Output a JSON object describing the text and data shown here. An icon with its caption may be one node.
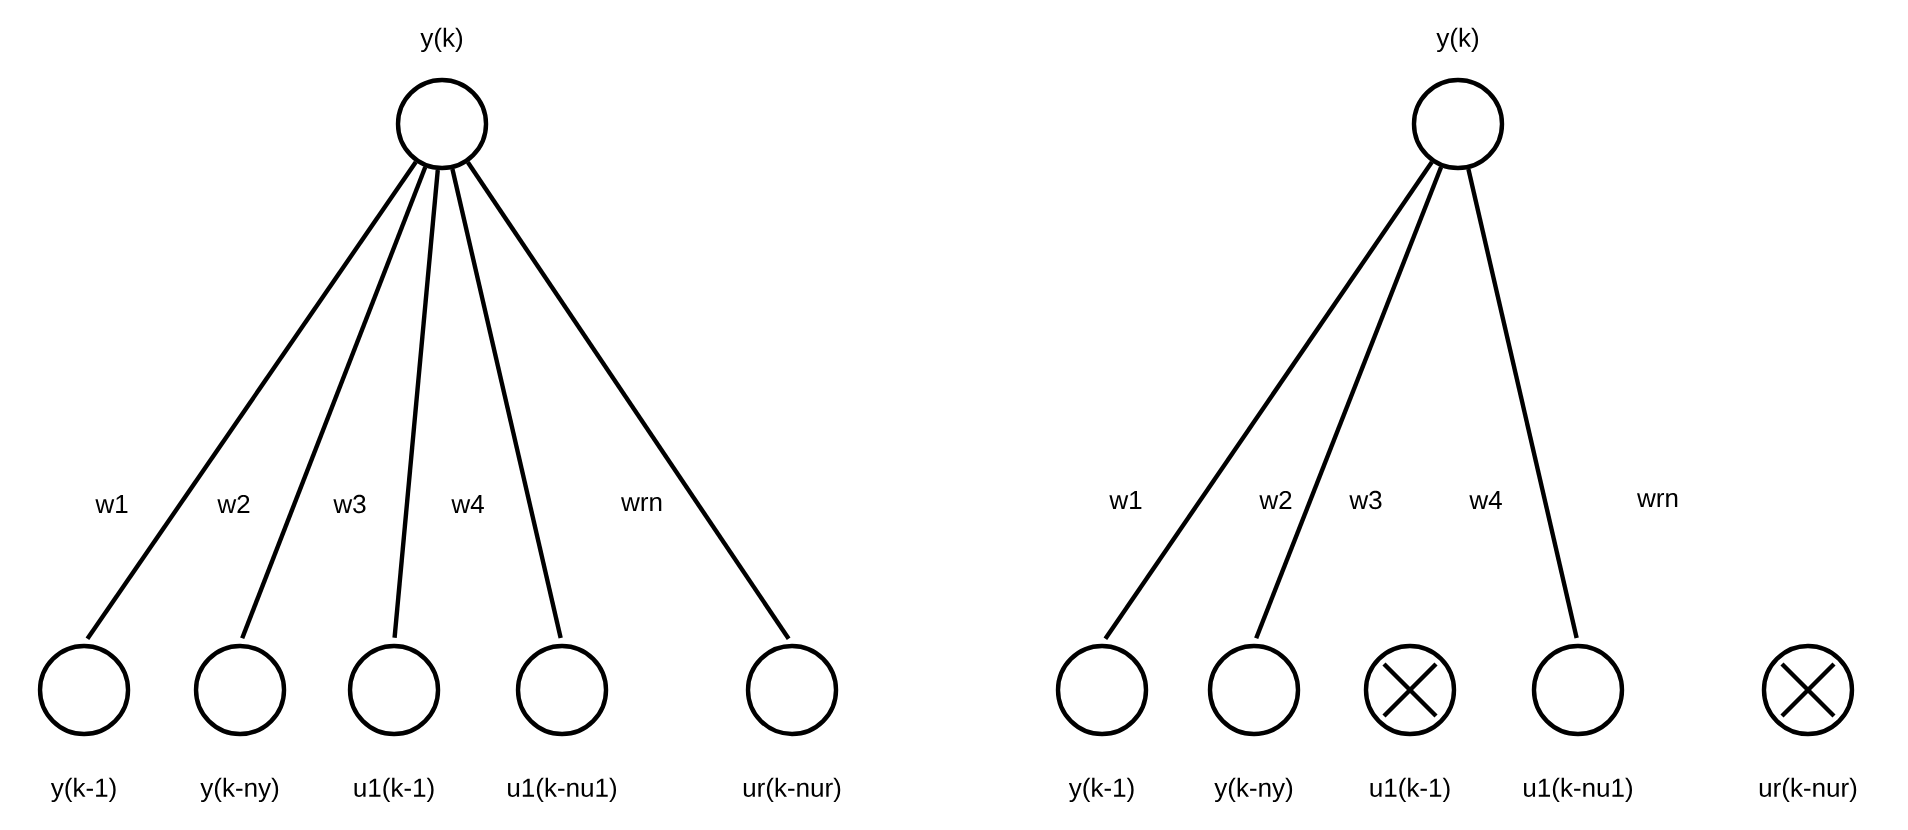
{
  "diagram": {
    "nodes": [
      {
        "text": [
          "y(k)"
        ]
      },
      {
        "text": [
          "y(k-1)"
        ]
      },
      {
        "text": [
          "y(k-ny)"
        ]
      },
      {
        "text": [
          "u1(k-1)"
        ]
      },
      {
        "text": [
          "u1(k-nu1)"
        ]
      },
      {
        "text": [
          "ur(k-nur)"
        ]
      },
      {
        "text": [
          "y(k)"
        ]
      },
      {
        "text": [
          "y(k-1)"
        ]
      },
      {
        "text": [
          "y(k-ny)"
        ]
      },
      {
        "text": [
          "u1(k-1)"
        ]
      },
      {
        "text": [
          "u1(k-nu1)"
        ]
      },
      {
        "text": [
          "ur(k-nur)"
        ]
      }
    ],
    "edges": [
      {
        "from": 0,
        "to": 1,
        "arrow": "none",
        "label": "w1"
      },
      {
        "from": 0,
        "to": 2,
        "arrow": "none",
        "label": "w2"
      },
      {
        "from": 0,
        "to": 3,
        "arrow": "none",
        "label": "w3"
      },
      {
        "from": 0,
        "to": 4,
        "arrow": "none",
        "label": "w4"
      },
      {
        "from": 0,
        "to": 5,
        "arrow": "none",
        "label": "wrn"
      },
      {
        "from": 6,
        "to": 7,
        "arrow": "none",
        "label": "w1"
      },
      {
        "from": 6,
        "to": 8,
        "arrow": "none",
        "label": "w2"
      },
      {
        "from": 6,
        "to": 10,
        "arrow": "none",
        "label": "w4"
      }
    ],
    "labels": [
      "w3",
      "wrn"
    ]
  }
}
